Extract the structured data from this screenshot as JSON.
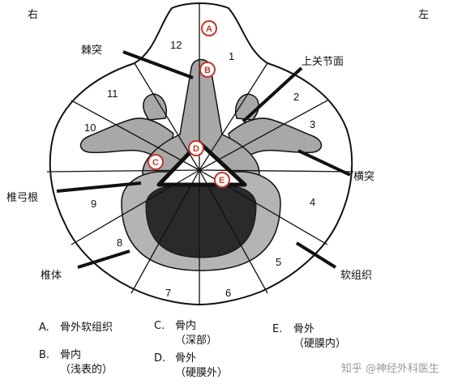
{
  "orientation": {
    "right": "右",
    "left": "左"
  },
  "structure_labels": {
    "spinous": "棘突",
    "superior_facet": "上关节面",
    "transverse": "横突",
    "pedicle": "椎弓根",
    "body": "椎体",
    "soft_tissue": "软组织"
  },
  "zones": [
    "1",
    "2",
    "3",
    "4",
    "5",
    "6",
    "7",
    "8",
    "9",
    "10",
    "11",
    "12"
  ],
  "markers": [
    "A",
    "B",
    "C",
    "D",
    "E"
  ],
  "legend": [
    {
      "key": "A.",
      "line1": "骨外软组织",
      "line2": ""
    },
    {
      "key": "B.",
      "line1": "骨内",
      "line2": "（浅表的）"
    },
    {
      "key": "C.",
      "line1": "骨内",
      "line2": "（深部）"
    },
    {
      "key": "D.",
      "line1": "骨外",
      "line2": "（硬膜外）"
    },
    {
      "key": "E.",
      "line1": "骨外",
      "line2": "（硬膜内）"
    }
  ],
  "watermark": "知乎 @神经外科医生",
  "colors": {
    "marker_ring": "#c0392b",
    "bone": "#9a9a9a",
    "body_dark": "#2a2a2a",
    "outline": "#111111"
  }
}
